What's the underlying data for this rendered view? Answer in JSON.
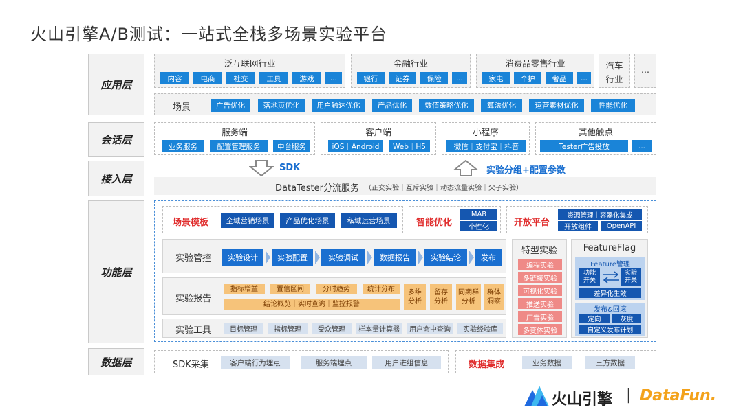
{
  "title": "火山引擎A/B测试：一站式全栈多场景实验平台",
  "layers": {
    "app": "应用层",
    "session": "会话层",
    "access": "接入层",
    "function": "功能层",
    "data": "数据层"
  },
  "app": {
    "internet": {
      "title": "泛互联网行业",
      "items": [
        "内容",
        "电商",
        "社交",
        "工具",
        "游戏",
        "..."
      ]
    },
    "finance": {
      "title": "金融行业",
      "items": [
        "银行",
        "证券",
        "保险",
        "..."
      ]
    },
    "consumer": {
      "title": "消费品零售行业",
      "items": [
        "家电",
        "个护",
        "奢品",
        "..."
      ]
    },
    "auto": {
      "line1": "汽车",
      "line2": "行业"
    },
    "more": "...",
    "scene": {
      "label": "场景",
      "items": [
        "广告优化",
        "落地页优化",
        "用户触达优化",
        "产品优化",
        "数值策略优化",
        "算法优化",
        "运营素材优化",
        "性能优化"
      ]
    }
  },
  "session": {
    "server": {
      "title": "服务端",
      "items": [
        "业务服务",
        "配置管理服务",
        "中台服务"
      ]
    },
    "client": {
      "title": "客户端",
      "items": [
        "iOS｜Android",
        "Web｜H5"
      ]
    },
    "mini": {
      "title": "小程序",
      "items": [
        "微信｜支付宝｜抖音"
      ]
    },
    "other": {
      "title": "其他触点",
      "items": [
        "Tester广告投放",
        "..."
      ]
    }
  },
  "access": {
    "sdk_label": "SDK",
    "param_label": "实验分组+配置参数",
    "service": "DataTester分流服务",
    "service_sub": "（正交实验｜互斥实验｜动态流量实验｜父子实验）"
  },
  "function": {
    "template": {
      "label": "场景模板",
      "items": [
        "全域营销场景",
        "产品优化场景",
        "私域运营场景"
      ]
    },
    "smart": {
      "label": "智能优化",
      "items": [
        "MAB",
        "个性化"
      ]
    },
    "open": {
      "label": "开放平台",
      "items": [
        "资源管理｜容器化集成",
        "开放组件",
        "OpenAPI"
      ]
    },
    "control": {
      "label": "实验管控",
      "steps": [
        "实验设计",
        "实验配置",
        "实验调试",
        "数据报告",
        "实验结论",
        "发布"
      ]
    },
    "report": {
      "label": "实验报告",
      "row1": [
        "指标增益",
        "置信区间",
        "分时趋势",
        "统计分布"
      ],
      "row2": "结论概览｜实时查询｜监控报警",
      "tall": [
        "多维\n分析",
        "留存\n分析",
        "同期群\n分析",
        "群体\n洞察"
      ]
    },
    "tools": {
      "label": "实验工具",
      "items": [
        "目标管理",
        "指标管理",
        "受众管理",
        "样本量计算器",
        "用户命中查询",
        "实验经验库"
      ]
    },
    "special": {
      "title": "特型实验",
      "items": [
        "编程实验",
        "多链接实验",
        "可视化实验",
        "推送实验",
        "广告实验",
        "多变体实验"
      ]
    },
    "feature": {
      "title": "FeatureFlag",
      "mgmt": "Feature管理",
      "left": "功能\n开关",
      "right": "实验\n开关",
      "diff": "差异化生效",
      "release": "发布&回滚",
      "targeted": "定向",
      "gray": "灰度",
      "custom": "自定义发布计划"
    }
  },
  "data": {
    "sdk": {
      "label": "SDK采集",
      "items": [
        "客户端行为埋点",
        "服务端埋点",
        "用户进组信息"
      ]
    },
    "integration": {
      "label": "数据集成",
      "items": [
        "业务数据",
        "三方数据"
      ]
    }
  },
  "logos": {
    "volc": "火山引擎",
    "sep": "|",
    "datafun": "DataFun."
  },
  "colors": {
    "chip_blue": "#1a84d8",
    "step_blue": "#1a6fd0",
    "orange": "#f6c37a",
    "red_chip": "#ef8a87",
    "red_text": "#e02d2d"
  }
}
